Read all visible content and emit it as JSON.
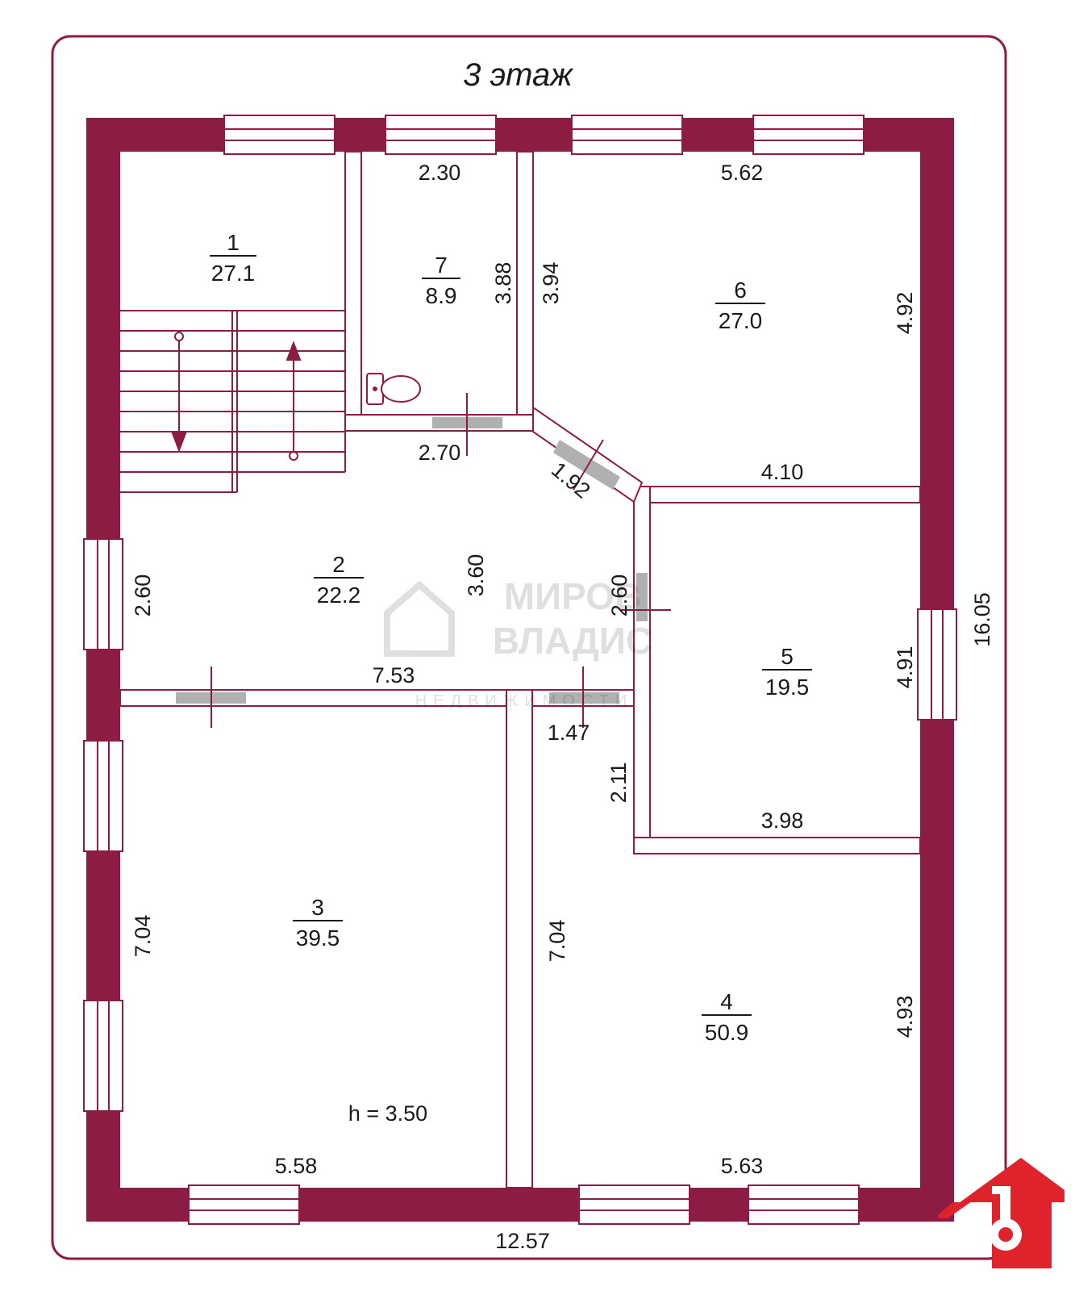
{
  "title": "3 этаж",
  "colors": {
    "wall": "#8c1c44",
    "frame": "#8c1c44",
    "door": "#b0b0b0",
    "logo": "#e0222a"
  },
  "rooms": [
    {
      "num": "1",
      "area": "27.1"
    },
    {
      "num": "2",
      "area": "22.2"
    },
    {
      "num": "3",
      "area": "39.5"
    },
    {
      "num": "4",
      "area": "50.9"
    },
    {
      "num": "5",
      "area": "19.5"
    },
    {
      "num": "6",
      "area": "27.0"
    },
    {
      "num": "7",
      "area": "8.9"
    }
  ],
  "dimensions": {
    "room7_width": "2.30",
    "room7_height_inner": "3.88",
    "room7_height_outer": "3.94",
    "room7_bottom": "2.70",
    "diag": "1.92",
    "room6_width": "5.62",
    "room6_height": "4.92",
    "room6_bottom": "4.10",
    "hall_left": "2.60",
    "hall_center": "3.60",
    "hall_right": "2.60",
    "hall_width": "7.53",
    "corridor": "1.47",
    "corridor_height": "2.11",
    "room5_height": "4.91",
    "room5_width": "3.98",
    "room3_height": "7.04",
    "room3_width": "5.58",
    "room4_height_left": "7.04",
    "room4_height_right": "4.93",
    "room4_width": "5.63",
    "total_height": "16.05",
    "total_width": "12.57",
    "ceiling": "h = 3.50"
  },
  "watermark": {
    "line1": "МИРОВ",
    "line2": "ВЛАДИС",
    "line3": "НЕДВИЖИМОСТИ"
  },
  "logo_icon": "house-key-icon"
}
